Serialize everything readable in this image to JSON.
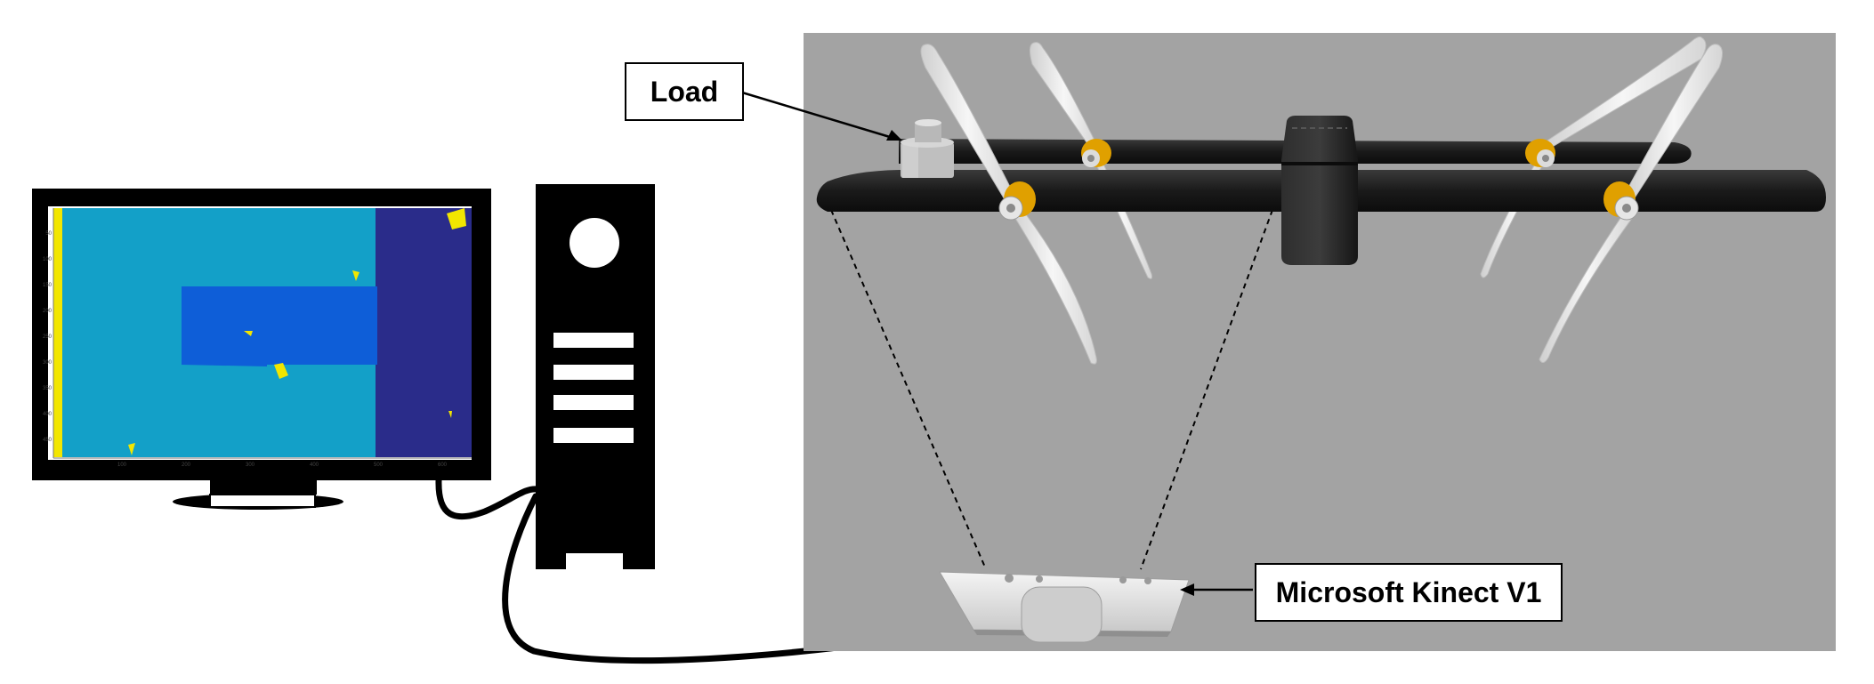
{
  "labels": {
    "load": "Load",
    "sensor": "Microsoft Kinect V1"
  },
  "colors": {
    "scene_background": "#a3a3a3",
    "bar": "#1c1c1c",
    "propeller": "#ebebeb",
    "motor": "#e0a000",
    "depth_far": "#2a2c8a",
    "depth_mid": "#13a0c8",
    "depth_near": "#0e5ed8",
    "depth_hot": "#f2e600"
  },
  "monitor_plot": {
    "x_ticks": [
      "100",
      "200",
      "300",
      "400",
      "500",
      "600"
    ],
    "y_ticks": [
      "50",
      "100",
      "150",
      "200",
      "250",
      "300",
      "350",
      "400",
      "450"
    ]
  }
}
